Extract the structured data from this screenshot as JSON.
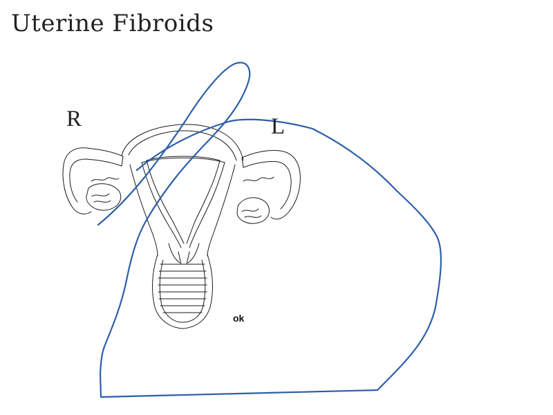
{
  "title": "Uterine Fibroids",
  "diagram": {
    "side_right_label": "R",
    "side_left_label": "L",
    "annotation_text": "ok",
    "annotation_color": "#2b5ea8",
    "line_art_color": "#1a1a1a"
  }
}
